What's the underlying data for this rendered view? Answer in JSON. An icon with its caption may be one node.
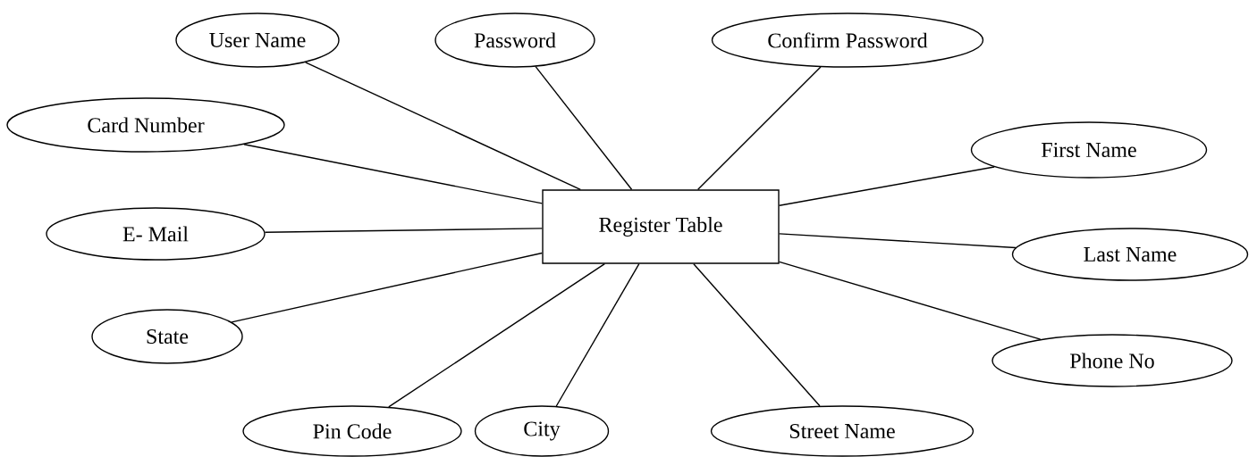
{
  "diagram": {
    "nodes": [
      {
        "text": [
          "Register Table"
        ]
      },
      {
        "text": [
          "User Name"
        ]
      },
      {
        "text": [
          "Password"
        ]
      },
      {
        "text": [
          "Confirm Password"
        ]
      },
      {
        "text": [
          "Card Number"
        ]
      },
      {
        "text": [
          "First Name"
        ]
      },
      {
        "text": [
          "E- Mail"
        ]
      },
      {
        "text": [
          "Last Name"
        ]
      },
      {
        "text": [
          "State"
        ]
      },
      {
        "text": [
          "Phone No"
        ]
      },
      {
        "text": [
          "Pin Code"
        ]
      },
      {
        "text": [
          "City"
        ]
      },
      {
        "text": [
          "Street Name"
        ]
      }
    ],
    "edges": [
      {
        "from": 0,
        "to": 1,
        "arrow": "none"
      },
      {
        "from": 0,
        "to": 2,
        "arrow": "none"
      },
      {
        "from": 0,
        "to": 3,
        "arrow": "none"
      },
      {
        "from": 0,
        "to": 4,
        "arrow": "none"
      },
      {
        "from": 0,
        "to": 5,
        "arrow": "none"
      },
      {
        "from": 0,
        "to": 6,
        "arrow": "none"
      },
      {
        "from": 0,
        "to": 7,
        "arrow": "none"
      },
      {
        "from": 0,
        "to": 8,
        "arrow": "none"
      },
      {
        "from": 0,
        "to": 9,
        "arrow": "none"
      },
      {
        "from": 0,
        "to": 10,
        "arrow": "none"
      },
      {
        "from": 0,
        "to": 11,
        "arrow": "none"
      },
      {
        "from": 0,
        "to": 12,
        "arrow": "none"
      }
    ]
  }
}
